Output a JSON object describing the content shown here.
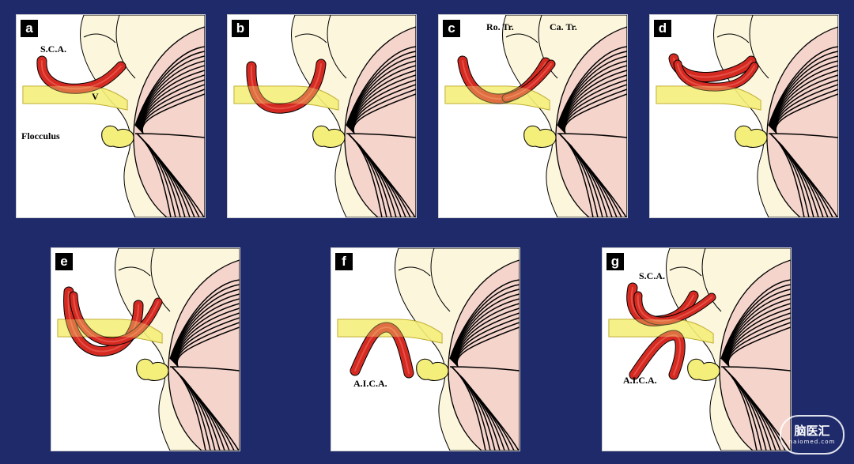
{
  "panels": [
    {
      "id": "a",
      "badge": "a"
    },
    {
      "id": "b",
      "badge": "b"
    },
    {
      "id": "c",
      "badge": "c"
    },
    {
      "id": "d",
      "badge": "d"
    },
    {
      "id": "e",
      "badge": "e"
    },
    {
      "id": "f",
      "badge": "f"
    },
    {
      "id": "g",
      "badge": "g"
    }
  ],
  "labels": {
    "sca": "S.C.A.",
    "v": "V",
    "flocculus": "Flocculus",
    "rostral_trunk": "Ro. Tr.",
    "caudal_trunk": "Ca. Tr.",
    "aica": "A.I.C.A."
  },
  "watermark": {
    "text": "脑医汇",
    "sub": "naiomed.com"
  },
  "colors": {
    "background": "#1f2a6b",
    "artery": "#d42a22",
    "nerve": "#f4ee7a",
    "brainstem": "#fbf6dc",
    "cerebellum": "#f5d4cc"
  }
}
